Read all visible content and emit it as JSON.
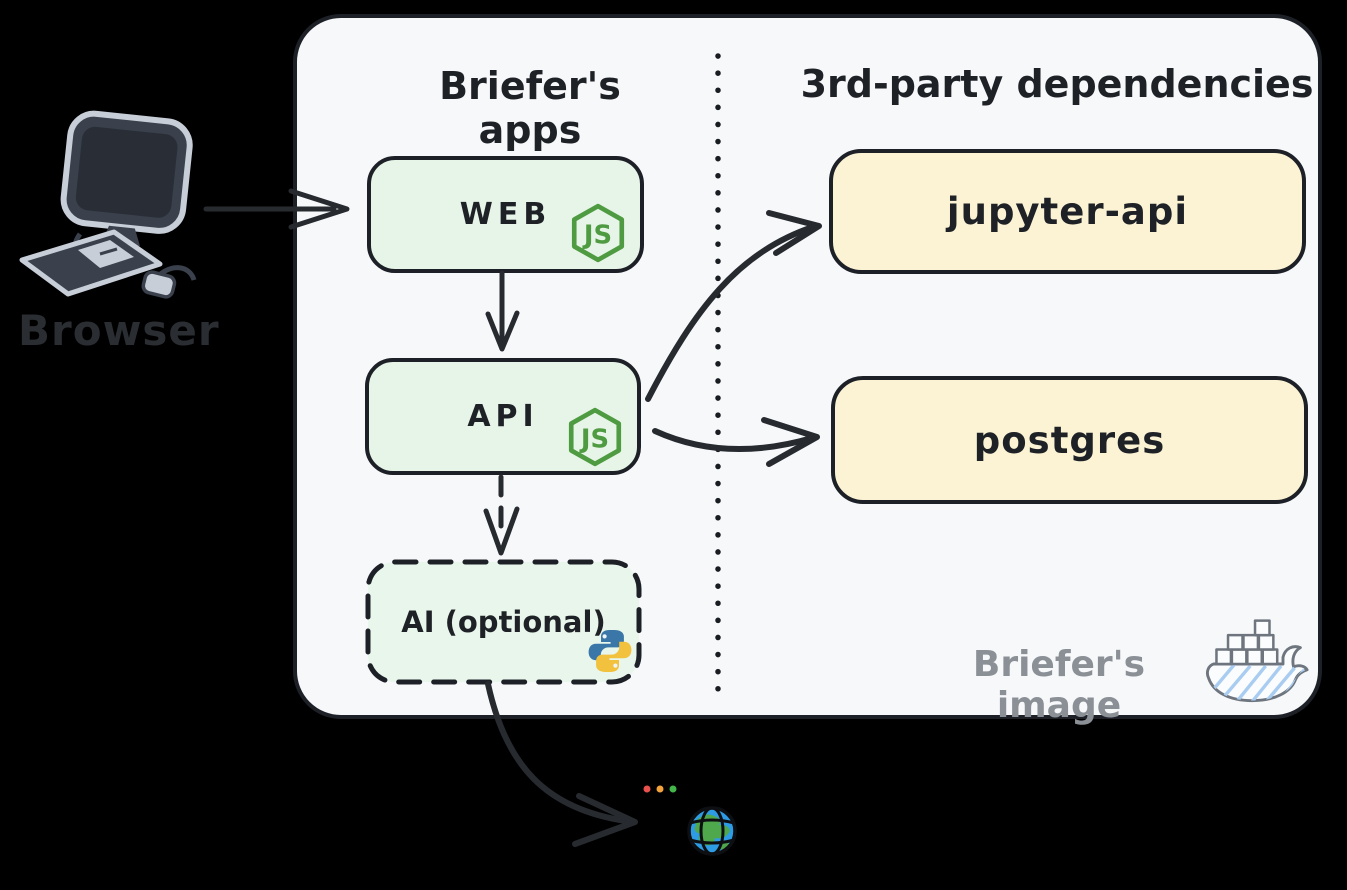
{
  "diagram": {
    "browser_label": "Browser",
    "left_section_title": "Briefer's apps",
    "right_section_title": "3rd-party dependencies",
    "image_caption": "Briefer's image"
  },
  "nodes": {
    "web": {
      "label": "WEB",
      "tech": "nodejs"
    },
    "api": {
      "label": "API",
      "tech": "nodejs"
    },
    "ai": {
      "label": "AI (optional)",
      "tech": "python",
      "border_style": "dashed"
    },
    "jupyter_api": {
      "label": "jupyter-api"
    },
    "postgres": {
      "label": "postgres"
    }
  },
  "edges": [
    {
      "from": "browser",
      "to": "web",
      "style": "solid"
    },
    {
      "from": "web",
      "to": "api",
      "style": "solid"
    },
    {
      "from": "api",
      "to": "jupyter_api",
      "style": "solid"
    },
    {
      "from": "api",
      "to": "postgres",
      "style": "solid"
    },
    {
      "from": "api",
      "to": "ai",
      "style": "dashed"
    },
    {
      "from": "ai",
      "to": "internet",
      "style": "solid"
    }
  ],
  "icons": {
    "nodejs_text": "JS",
    "browser": "computer-icon",
    "docker": "docker-whale-icon",
    "internet": "globe-icon"
  },
  "colors": {
    "container_bg": "#f7f8fa",
    "ink": "#22262b",
    "app_box_fill": "#e7f5e8",
    "dependency_box_fill": "#fbf3d4",
    "nodejs_green": "#4f9b41",
    "python_blue": "#3a76a8",
    "python_yellow": "#f2c13d",
    "muted_caption": "#8b9097",
    "dot_red": "#e8514c",
    "dot_orange": "#f2a33c",
    "dot_green": "#43b649",
    "globe_blue": "#2d9ce4",
    "globe_land_green": "#4fa84b",
    "docker_sketch_gray": "#6e757e",
    "docker_sketch_blue": "#a9ccf1"
  }
}
